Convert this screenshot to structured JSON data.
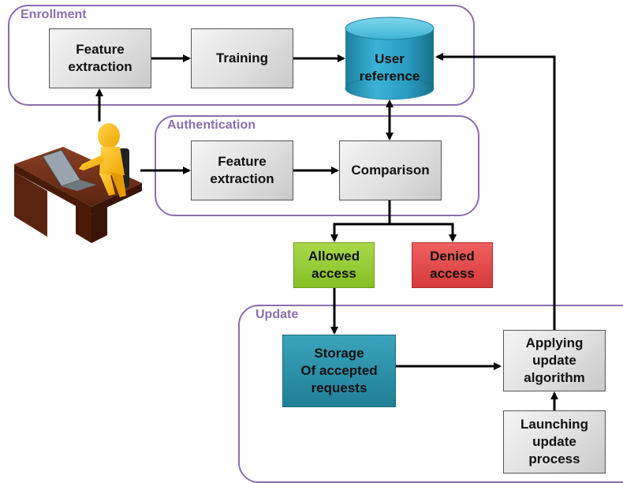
{
  "groups": {
    "enrollment": "Enrollment",
    "authentication": "Authentication",
    "update": "Update"
  },
  "nodes": {
    "enroll_feature": "Feature\nextraction",
    "training": "Training",
    "user_reference": "User\nreference",
    "auth_feature": "Feature\nextraction",
    "comparison": "Comparison",
    "allowed": "Allowed\naccess",
    "denied": "Denied\naccess",
    "storage": "Storage\nOf accepted\nrequests",
    "applying": "Applying\nupdate\nalgorithm",
    "launching": "Launching\nupdate\nprocess"
  },
  "colors": {
    "group_border": "#8a6fae",
    "allowed": "#95c93a",
    "denied": "#e04545",
    "storage": "#2a8fa8",
    "database": "#2aa6c8"
  },
  "icons": [
    "user-at-desk-illustration",
    "database-cylinder"
  ]
}
